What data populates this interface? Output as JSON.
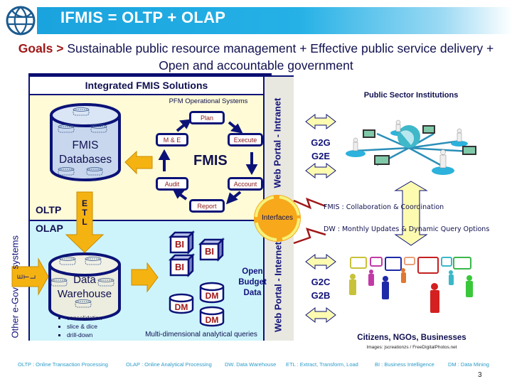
{
  "header": {
    "title": "IFMIS = OLTP + OLAP",
    "logo_icon": "world-bank-globe-icon"
  },
  "goals": {
    "prefix": "Goals >",
    "line1": "Sustainable public resource management + Effective public service delivery +",
    "line2": "Open and accountable government"
  },
  "panel": {
    "title": "Integrated FMIS Solutions",
    "oltp_label": "OLTP",
    "olap_label": "OLAP",
    "databases_line1": "FMIS",
    "databases_line2": "Databases",
    "pfm_title": "PFM Operational Systems",
    "fmis_center": "FMIS",
    "cycle": {
      "plan": "Plan",
      "execute": "Execute",
      "account": "Account",
      "report": "Report",
      "audit": "Audit",
      "me": "M & E"
    },
    "etl_letters": [
      "E",
      "T",
      "L"
    ],
    "warehouse_line1": "Data",
    "warehouse_line2": "Warehouse",
    "warehouse_features": [
      "consolidation",
      "slice & dice",
      "drill-down"
    ],
    "bi_label": "BI",
    "dm_label": "DM",
    "open_budget": [
      "Open",
      "Budget",
      "Data"
    ],
    "mdq": "Multi-dimensional analytical queries",
    "interfaces": "Interfaces",
    "portal_intranet": "Web Portal - Intranet",
    "portal_internet": "Web Portal - Internet",
    "other_egov": "Other e-Gov",
    "other_egov_systems": "systems"
  },
  "right": {
    "public_sector": "Public Sector Institutions",
    "g2g": "G2G",
    "g2e": "G2E",
    "g2c": "G2C",
    "g2b": "G2B",
    "note_fmis": "FMIS : Collaboration & Coordination",
    "note_dw": "DW : Monthly Updates & Dynamic Query Options",
    "citizens": "Citizens, NGOs, Businesses",
    "credit": "Images: jscreationzs / FreeDigitalPhotos.net"
  },
  "footer": {
    "oltp": "OLTP : Online Transaction Processing",
    "olap": "OLAP : Online Analytical Processing",
    "dw": "DW. Data Warehouse",
    "etl": "ETL : Extract, Transform, Load",
    "bi": "BI : Business Intelligence",
    "dm": "DM : Data Mining",
    "page": "3"
  },
  "colors": {
    "title_bar": "#1aa3de",
    "navy": "#0b1277",
    "dark_red": "#8b1a1a",
    "oltp_bg": "#fefbd6",
    "olap_bg": "#cdf4fb",
    "arrow_orange": "#f5b312",
    "footer_text": "#2b9bc8"
  }
}
